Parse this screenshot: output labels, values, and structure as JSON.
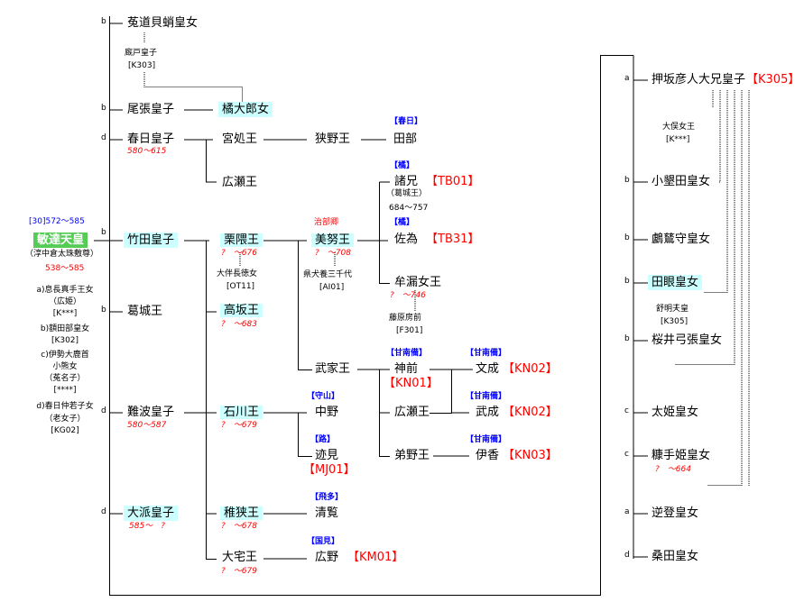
{
  "tenno": {
    "reign": "[30]572～585",
    "name": "敏達天皇",
    "alias": "（淳中倉太珠敷尊）",
    "dates": "538～585"
  },
  "consorts": [
    {
      "label": "a)息長真手王女",
      "alias": "（広姫）",
      "code": "[K***]"
    },
    {
      "label": "b)額田部皇女",
      "code": "[K302]"
    },
    {
      "label": "c)伊勢大鹿首",
      "label2": "小熊女",
      "alias": "（菟名子）",
      "code": "[****]"
    },
    {
      "label": "d)春日仲若子女",
      "alias": "（老女子）",
      "code": "[KG02]"
    }
  ],
  "left_marks": {
    "b1": "b",
    "b2": "b",
    "d1": "d",
    "b3": "b",
    "b4": "b",
    "d2": "d",
    "d3": "d"
  },
  "children": {
    "c1": "菟道貝蛸皇女",
    "c1_spouse": "廐戸皇子",
    "c1_spouse_code": "[K303]",
    "c2": "尾張皇子",
    "c2_child": "橘大郎女",
    "c3": "春日皇子",
    "c3_dates": "580～615",
    "c4": "竹田皇子",
    "c5": "葛城王",
    "c6": "難波皇子",
    "c6_dates": "580～587",
    "c7": "大派皇子",
    "c7_dates": "585～　?"
  },
  "kasuga_line": {
    "g1": "宮処王",
    "g2": "広瀬王",
    "gg1": "狭野王",
    "ggg_clan": "【春日】",
    "ggg": "田部"
  },
  "oshisaka_line": {
    "kurikuma": "栗隈王",
    "kurikuma_dates": "?　～676",
    "kurikuma_wife": "大伴長徳女",
    "kurikuma_wife_code": "[OT11]",
    "minu_title": "治部卿",
    "minu": "美努王",
    "minu_dates": "?　～708",
    "minu_wife": "県犬養三千代",
    "minu_wife_code": "[AI01]",
    "moroe_clan": "【橘】",
    "moroe": "諸兄",
    "moroe_code": "【TB01】",
    "moroe_alias": "（葛城王）",
    "moroe_dates": "684～757",
    "sai_clan": "【橘】",
    "sai": "佐為",
    "sai_code": "【TB31】",
    "muro": "牟漏女王",
    "muro_dates": "?　～746",
    "muro_husband": "藤原房前",
    "muro_husband_code": "[F301]",
    "takeie": "武家王",
    "kosaka": "高坂王",
    "kosaka_dates": "?　～683"
  },
  "amanabi": {
    "clan1": "【甘南備】",
    "kamusaki": "神前",
    "kamusaki_code": "【KN01】",
    "clan2": "【甘南備】",
    "fuminari": "文成",
    "fuminari_code": "【KN02】",
    "hirose": "広瀬王",
    "clan3": "【甘南備】",
    "takenari": "武成",
    "takenari_code": "【KN02】",
    "otono": "弟野王",
    "clan4": "【甘南備】",
    "ika": "伊香",
    "ika_code": "【KN03】"
  },
  "iwakawa_line": {
    "iwakawa": "石川王",
    "iwakawa_dates": "?　～679",
    "clan_moriyama": "【守山】",
    "nakano": "中野",
    "clan_michi": "【路】",
    "tomi": "迹見",
    "tomi_code": "【MJ01】"
  },
  "osa_line": {
    "wakasa": "稚狭王",
    "wakasa_dates": "?　～678",
    "clan_tata": "【飛多】",
    "seiran": "清覧",
    "oyake": "大宅王",
    "oyake_dates": "?　～679",
    "clan_kunimi": "【国見】",
    "hirono": "広野",
    "hirono_code": "【KM01】"
  },
  "right": {
    "marks": [
      "a",
      "b",
      "b",
      "b",
      "b",
      "c",
      "c",
      "a",
      "d"
    ],
    "oshisaka": "押坂彦人大兄皇子",
    "oshisaka_code": "【K305】",
    "omata": "大俣女王",
    "omata_code": "[K***]",
    "r2": "小墾田皇女",
    "r3": "鸕鶿守皇女",
    "r4": "田眼皇女",
    "r4_spouse": "舒明天皇",
    "r4_spouse_code": "[K305]",
    "r5": "桜井弓張皇女",
    "r6": "太姫皇女",
    "r7": "糠手姫皇女",
    "r7_dates": "?　～664",
    "r8": "逆登皇女",
    "r9": "桑田皇女"
  }
}
